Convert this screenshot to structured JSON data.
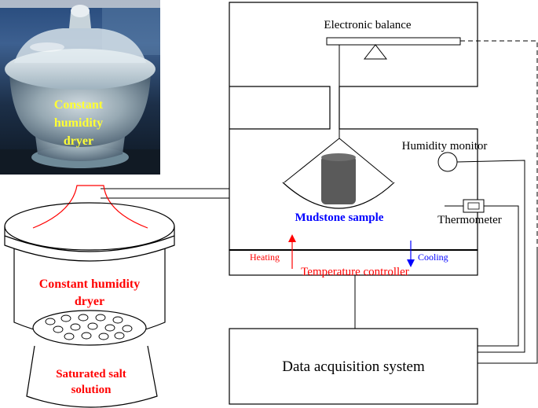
{
  "photo": {
    "caption": [
      "Constant",
      "humidity",
      "dryer"
    ],
    "caption_color": "#ffff33"
  },
  "labels": {
    "electronic_balance": "Electronic balance",
    "humidity_monitor": "Humidity monitor",
    "thermometer": "Thermometer",
    "mudstone_sample": "Mudstone sample",
    "heating": "Heating",
    "cooling": "Cooling",
    "temperature_controller": "Temperature controller",
    "data_acquisition": "Data acquisition system",
    "dryer": [
      "Constant humidity",
      "dryer"
    ],
    "salt_solution": [
      "Saturated salt",
      "solution"
    ]
  },
  "colors": {
    "line": "#000000",
    "red": "#ff0000",
    "blue": "#0000ff",
    "sample": "#5a5a5a"
  }
}
